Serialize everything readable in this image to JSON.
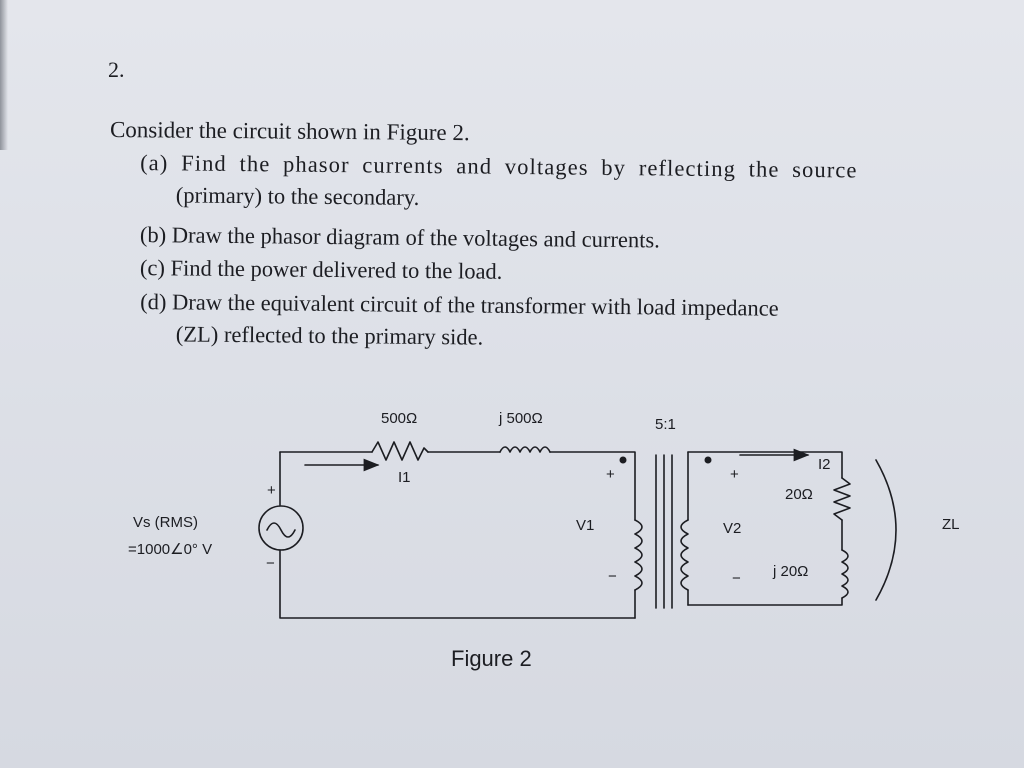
{
  "problem": {
    "number": "2.",
    "intro": "Consider the circuit shown in Figure 2.",
    "parts": [
      {
        "id": "(a)",
        "text": "Find the phasor currents and voltages by reflecting the source",
        "continuation": "(primary) to the secondary."
      },
      {
        "id": "(b)",
        "text": "Draw the phasor diagram of the voltages and currents."
      },
      {
        "id": "(c)",
        "text": "Find the power delivered to the load."
      },
      {
        "id": "(d)",
        "text": "Draw the equivalent circuit of the transformer with load impedance",
        "continuation": "(ZL) reflected to the primary side."
      }
    ]
  },
  "figure": {
    "caption": "Figure 2",
    "resistor_primary": "500Ω",
    "inductor_primary": "j 500Ω",
    "turns_ratio": "5:1",
    "current_primary": "I1",
    "current_secondary": "I2",
    "source_label": "Vs (RMS)",
    "source_value": "=1000∠0° V",
    "source_plus": "+",
    "source_minus": "−",
    "v1_label": "V1",
    "v1_plus": "+",
    "v1_minus": "−",
    "v2_label": "V2",
    "v2_plus": "+",
    "v2_minus": "−",
    "load_resistor": "20Ω",
    "load_inductor": "j 20Ω",
    "load_label": "ZL"
  }
}
